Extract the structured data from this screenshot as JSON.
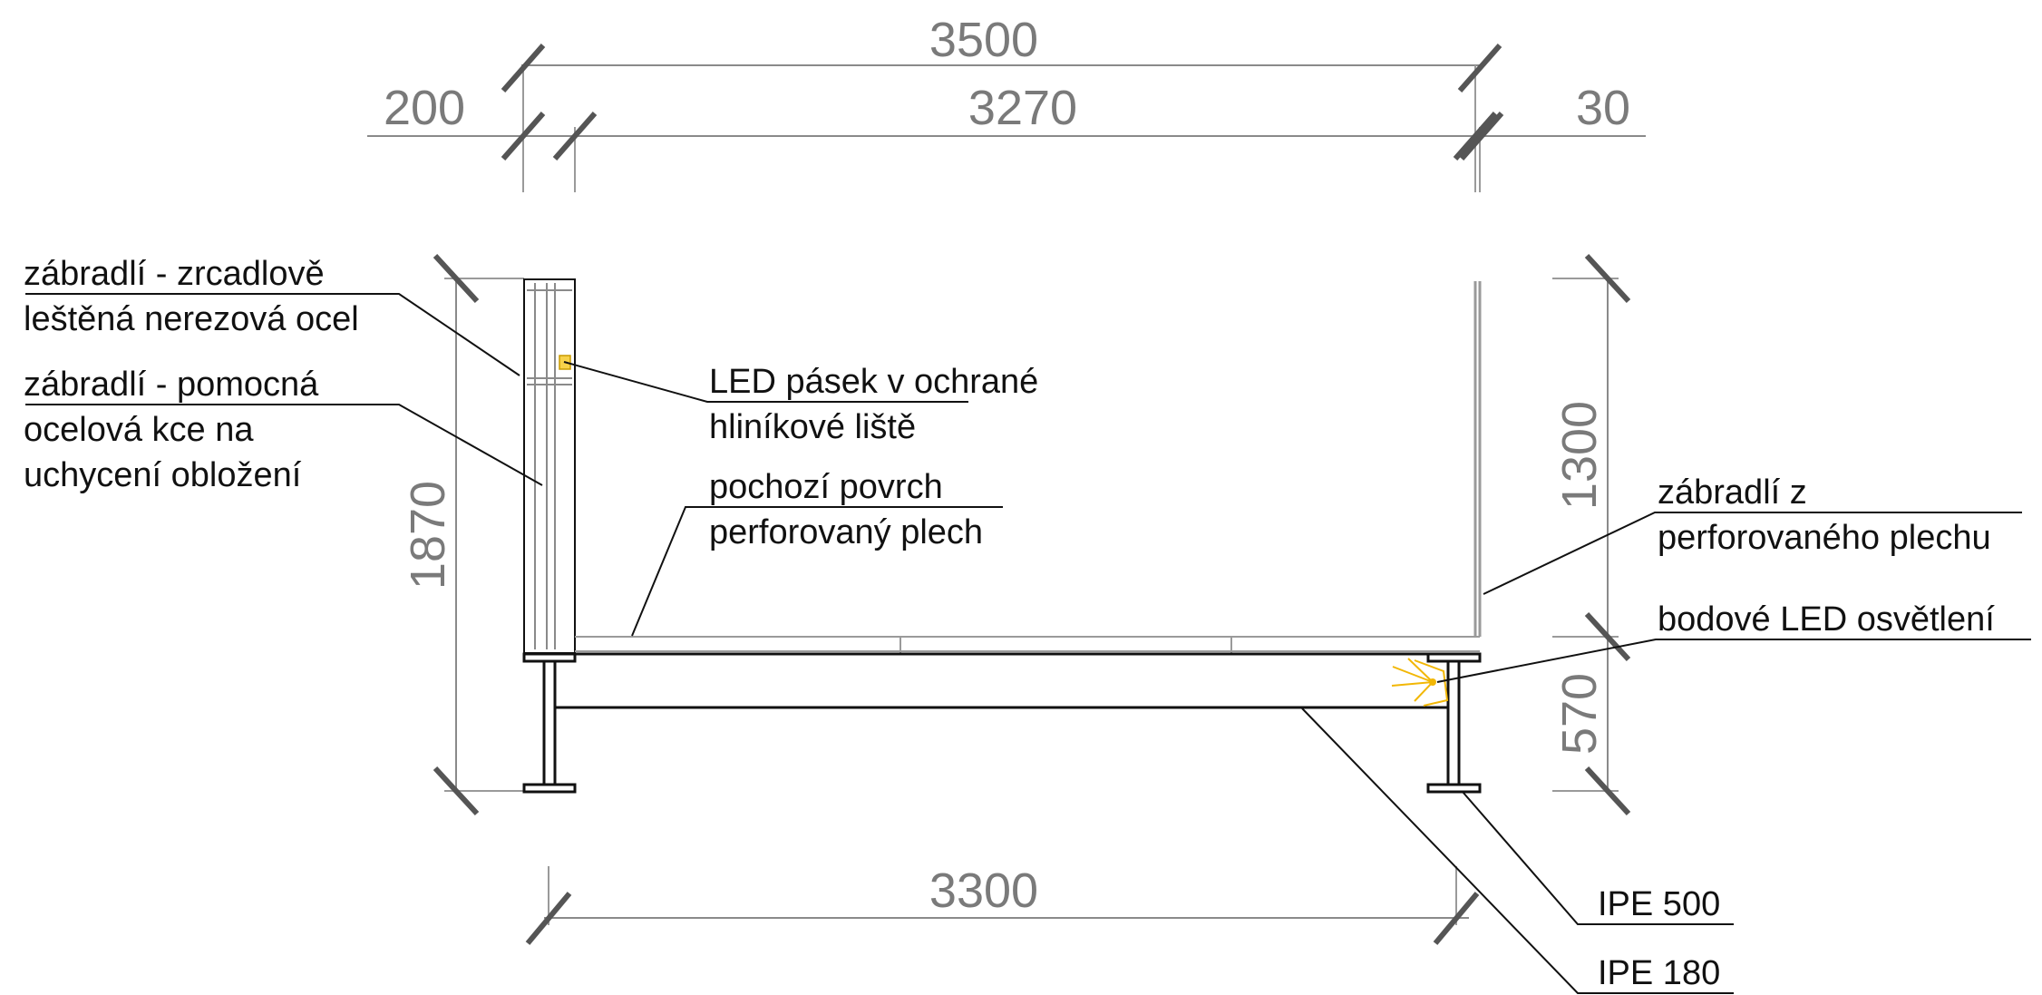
{
  "dimensions": {
    "total_width": "3500",
    "left_offset": "200",
    "inner_width": "3270",
    "right_offset": "30",
    "left_height": "1870",
    "railing_height": "1300",
    "beam_height": "570",
    "span": "3300"
  },
  "labels": {
    "railing_mirror": [
      "zábradlí - zrcadlově",
      "leštěná nerezová ocel"
    ],
    "railing_aux": [
      "zábradlí - pomocná",
      "ocelová kce na",
      "uchycení obložení"
    ],
    "led_strip": [
      "LED pásek v ochrané",
      "hliníkové liště"
    ],
    "walking_surface": [
      "pochozí povrch",
      "perforovaný plech"
    ],
    "railing_perforated": [
      "zábradlí z",
      "perforovaného plechu"
    ],
    "spot_led": [
      "bodové LED osvětlení"
    ],
    "ipe_500": "IPE 500",
    "ipe_180": "IPE 180"
  },
  "colors": {
    "dimension": "#7a7a7a",
    "line": "#111111",
    "led": "#f2b705"
  }
}
